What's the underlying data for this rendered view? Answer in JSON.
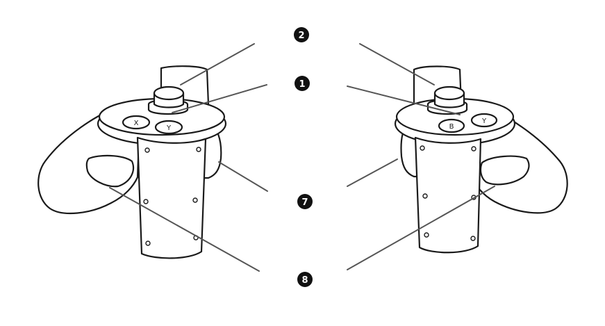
{
  "callouts": [
    {
      "id": "c2",
      "label": "2"
    },
    {
      "id": "c1",
      "label": "1"
    },
    {
      "id": "c7",
      "label": "7"
    },
    {
      "id": "c8",
      "label": "8"
    }
  ],
  "buttons": {
    "left": {
      "x_label": "X",
      "y_label": "Y"
    },
    "right": {
      "b_label": "B",
      "y_label": "Y"
    }
  },
  "colors": {
    "stroke": "#1a1a1a",
    "leader": "#555555",
    "fill": "#ffffff",
    "badge": "#111111",
    "badge_text": "#ffffff"
  }
}
